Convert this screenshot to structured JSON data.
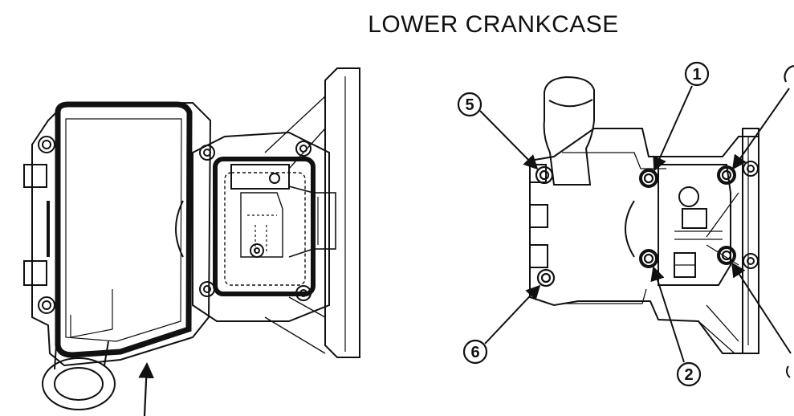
{
  "title": "LOWER CRANKCASE",
  "callouts": [
    "1",
    "2",
    "5",
    "6"
  ],
  "colors": {
    "ink": "#111111",
    "paper": "#ffffff"
  }
}
